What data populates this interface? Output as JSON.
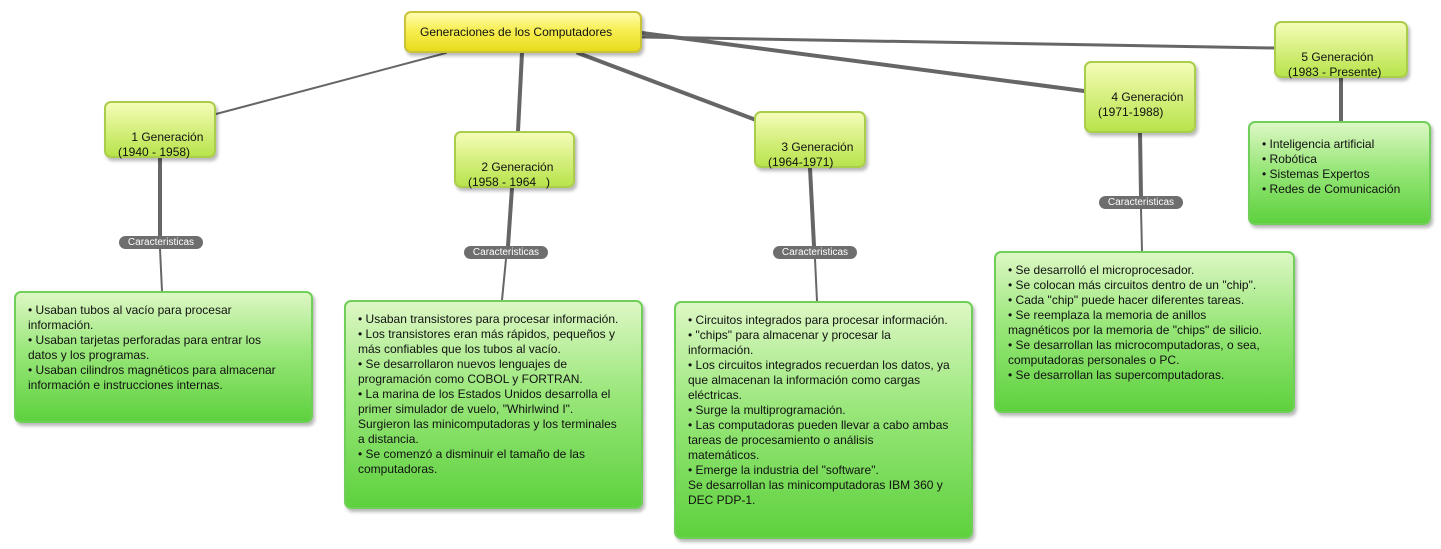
{
  "root": {
    "title": "Generaciones de los Computadores"
  },
  "colors": {
    "root_fill": "#f7ee52",
    "generation_fill": "#dcf28a",
    "detail_fill": "#7ddd5a",
    "link": "#666666",
    "label_fill": "#6e6e6e"
  },
  "generations": [
    {
      "title": "1 Generación\n(1940 - 1958)",
      "link_label": "Caracteristicas",
      "lines": [
        "• Usaban tubos al vacío para procesar",
        "información.",
        "• Usaban tarjetas perforadas para entrar los",
        "datos y los programas.",
        "• Usaban cilindros magnéticos para almacenar",
        "información e instrucciones internas."
      ]
    },
    {
      "title": "2 Generación\n(1958 - 1964   )",
      "link_label": "Caracteristicas",
      "lines": [
        "• Usaban transistores para procesar información.",
        "• Los transistores eran más rápidos, pequeños y",
        "más confiables que los tubos al vacío.",
        "• Se desarrollaron nuevos lenguajes de",
        "programación como COBOL y FORTRAN.",
        "• La marina de los Estados Unidos desarrolla el",
        "primer simulador de vuelo, \"Whirlwind I\".",
        "Surgieron las minicomputadoras y los terminales",
        "a distancia.",
        "• Se comenzó a disminuir el tamaño de las",
        "computadoras."
      ]
    },
    {
      "title": "3 Generación\n(1964-1971)",
      "link_label": "Caracteristicas",
      "lines": [
        "• Circuitos integrados para procesar información.",
        "• \"chips\" para almacenar y procesar la",
        "información.",
        "• Los circuitos integrados recuerdan los datos, ya",
        "que almacenan la información como cargas",
        "eléctricas.",
        "• Surge la multiprogramación.",
        "• Las computadoras pueden llevar a cabo ambas",
        "tareas de procesamiento o análisis",
        "matemáticos.",
        "• Emerge la industria del \"software\".",
        "Se desarrollan las minicomputadoras IBM 360 y",
        "DEC PDP-1."
      ]
    },
    {
      "title": "4 Generación\n(1971-1988)",
      "link_label": "Caracteristicas",
      "lines": [
        "• Se desarrolló el microprocesador.",
        "• Se colocan más circuitos dentro de un \"chip\".",
        "• Cada \"chip\" puede hacer diferentes tareas.",
        "• Se reemplaza la memoria de anillos",
        "magnéticos por la memoria de \"chips\" de silicio.",
        "• Se desarrollan las microcomputadoras, o sea,",
        "computadoras personales o PC.",
        "• Se desarrollan las supercomputadoras."
      ]
    },
    {
      "title": "5 Generación\n(1983 - Presente)",
      "link_label": "",
      "lines": [
        "• Inteligencia artificial",
        "• Robótica",
        "• Sistemas Expertos",
        "• Redes de Comunicación"
      ]
    }
  ]
}
